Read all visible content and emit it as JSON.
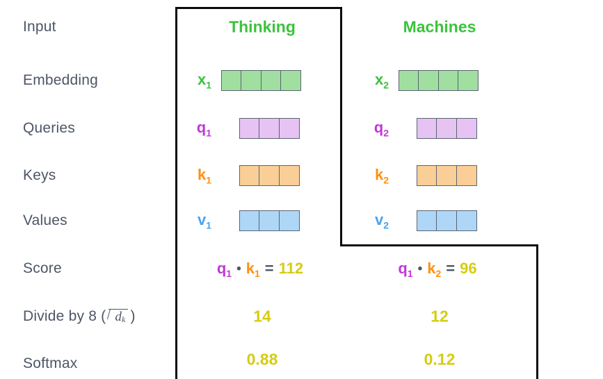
{
  "diagram": {
    "title": "self-attention-calculation",
    "row_labels": [
      {
        "id": "input",
        "text": "Input"
      },
      {
        "id": "embedding",
        "text": "Embedding"
      },
      {
        "id": "queries",
        "text": "Queries"
      },
      {
        "id": "keys",
        "text": "Keys"
      },
      {
        "id": "values",
        "text": "Values"
      },
      {
        "id": "score",
        "text": "Score"
      },
      {
        "id": "divide",
        "text": "Divide by 8 (",
        "math_prefix": "d",
        "math_sub": "k",
        "suffix": ")"
      },
      {
        "id": "softmax",
        "text": "Softmax"
      }
    ],
    "columns": [
      {
        "id": "col-1",
        "header": "Thinking"
      },
      {
        "id": "col-2",
        "header": "Machines"
      }
    ],
    "vectors": [
      {
        "row": "embedding",
        "col": 1,
        "label": "x",
        "sub": "1",
        "cells": 4,
        "color": "green",
        "text_color": "#3cc23c"
      },
      {
        "row": "embedding",
        "col": 2,
        "label": "x",
        "sub": "2",
        "cells": 4,
        "color": "green",
        "text_color": "#3cc23c"
      },
      {
        "row": "queries",
        "col": 1,
        "label": "q",
        "sub": "1",
        "cells": 3,
        "color": "purple",
        "text_color": "#c038d8"
      },
      {
        "row": "queries",
        "col": 2,
        "label": "q",
        "sub": "2",
        "cells": 3,
        "color": "purple",
        "text_color": "#c038d8"
      },
      {
        "row": "keys",
        "col": 1,
        "label": "k",
        "sub": "1",
        "cells": 3,
        "color": "orange",
        "text_color": "#ff9010"
      },
      {
        "row": "keys",
        "col": 2,
        "label": "k",
        "sub": "2",
        "cells": 3,
        "color": "orange",
        "text_color": "#ff9010"
      },
      {
        "row": "values",
        "col": 1,
        "label": "v",
        "sub": "1",
        "cells": 3,
        "color": "blue",
        "text_color": "#4aa3ec"
      },
      {
        "row": "values",
        "col": 2,
        "label": "v",
        "sub": "2",
        "cells": 3,
        "color": "blue",
        "text_color": "#4aa3ec"
      }
    ],
    "scores": [
      {
        "col": 1,
        "query_label": "q",
        "query_sub": "1",
        "operator": "•",
        "key_label": "k",
        "key_sub": "1",
        "equals": "=",
        "value": "112"
      },
      {
        "col": 2,
        "query_label": "q",
        "query_sub": "1",
        "operator": "•",
        "key_label": "k",
        "key_sub": "2",
        "equals": "=",
        "value": "96"
      }
    ],
    "divided": [
      {
        "col": 1,
        "value": "14"
      },
      {
        "col": 2,
        "value": "12"
      }
    ],
    "softmax": [
      {
        "col": 1,
        "value": "0.88"
      },
      {
        "col": 2,
        "value": "0.12"
      }
    ],
    "colors": {
      "label_text": "#4c5666",
      "header_green": "#3cc23c",
      "query_purple": "#c038d8",
      "key_orange": "#ff9010",
      "value_blue": "#4aa3ec",
      "number_yellow": "#d6cc12",
      "cell_green": "#a0dfa0",
      "cell_purple": "#e6c3f2",
      "cell_orange": "#f9cf97",
      "cell_blue": "#aed6f7",
      "cell_border": "#5a6472",
      "outline": "#0b0b0b",
      "background": "#ffffff"
    }
  }
}
